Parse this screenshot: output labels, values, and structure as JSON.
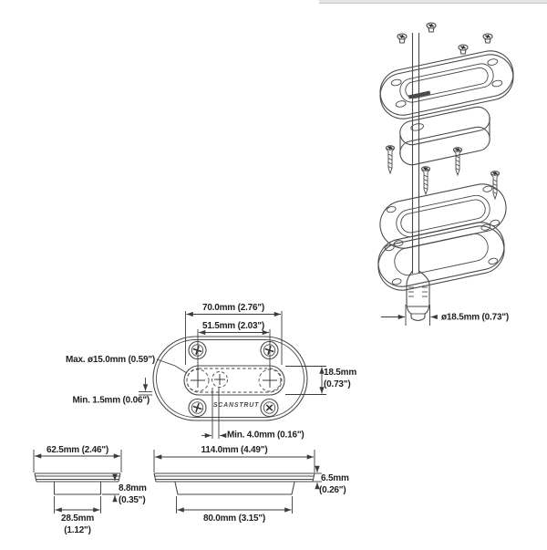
{
  "colors": {
    "background": "#ffffff",
    "line": "#4a4a4a",
    "dimension": "#3b3b3b",
    "text": "#1f1f1f",
    "window_strip": "#e6e6e6"
  },
  "exploded_view": {
    "connector_diameter_label": "ø18.5mm (0.73\")",
    "parts": [
      "countersunk-screws",
      "cover-plate",
      "cable",
      "seal-block",
      "self-tapping-screws",
      "gasket-plate",
      "base-plate",
      "cable-connector"
    ]
  },
  "plan_view": {
    "slot_length_label": "70.0mm (2.76\")",
    "hole_spacing_label": "51.5mm (2.03\")",
    "max_cable_label": "Max. ø15.0mm (0.59\")",
    "min_gap_label": "Min. 1.5mm (0.06\")",
    "slot_height_label_mm": "18.5mm",
    "slot_height_label_in": "(0.73\")",
    "min_cable_label": "Min. 4.0mm (0.16\")",
    "logo_text": "SCANSTRUT"
  },
  "side_view_cover": {
    "width_label": "62.5mm (2.46\")",
    "boss_height_label_mm": "8.8mm",
    "boss_height_label_in": "(0.35\")",
    "boss_width_label_mm": "28.5mm",
    "boss_width_label_in": "(1.12\")"
  },
  "side_view_base": {
    "width_label": "114.0mm (4.49\")",
    "thickness_label_mm": "6.5mm",
    "thickness_label_in": "(0.26\")",
    "recess_width_label": "80.0mm (3.15\")"
  }
}
